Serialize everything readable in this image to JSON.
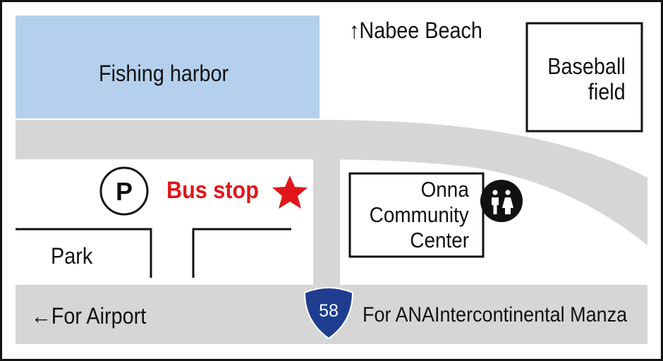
{
  "map": {
    "labels": {
      "fishing_harbor": "Fishing harbor",
      "nabee_beach": "↑Nabee Beach",
      "baseball_line1": "Baseball",
      "baseball_line2": "field",
      "bus_stop": "Bus stop",
      "community_line1": "Onna",
      "community_line2": "Community",
      "community_line3": "Center",
      "park": "Park",
      "for_airport": "←For Airport",
      "route_number": "58",
      "for_hotel": "For ANAIntercontinental Manza"
    },
    "icons": {
      "parking": "parking-icon",
      "bus_stop_marker": "star-icon",
      "restroom": "restroom-icon",
      "route_shield": "route-shield-icon",
      "parking_letter": "P"
    },
    "colors": {
      "water": "#b4d0ec",
      "road": "#d6d6d6",
      "bus_stop": "#e0161b",
      "route_shield": "#1e3d8f",
      "outline": "#111111"
    }
  }
}
